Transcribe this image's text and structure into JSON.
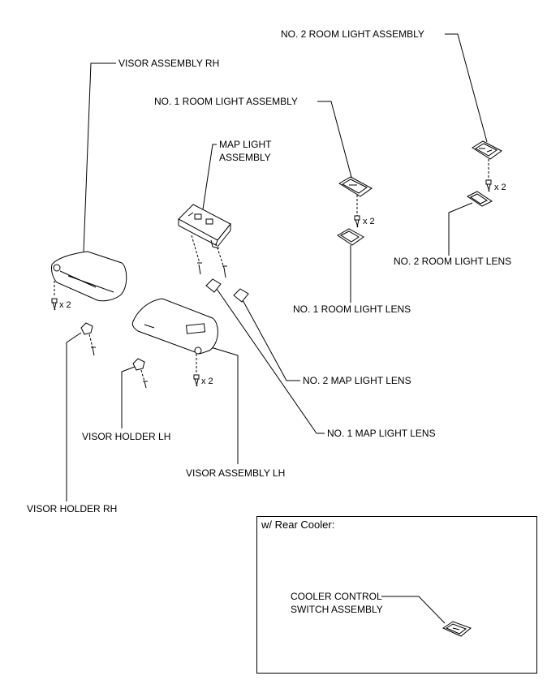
{
  "labels": {
    "no2_room_light_assembly": "NO. 2 ROOM LIGHT ASSEMBLY",
    "visor_assembly_rh": "VISOR ASSEMBLY RH",
    "no1_room_light_assembly": "NO. 1 ROOM LIGHT ASSEMBLY",
    "map_light_assembly_line1": "MAP LIGHT",
    "map_light_assembly_line2": "ASSEMBLY",
    "no2_room_light_lens": "NO. 2 ROOM LIGHT LENS",
    "no1_room_light_lens": "NO. 1 ROOM LIGHT LENS",
    "no2_map_light_lens": "NO. 2 MAP LIGHT  LENS",
    "no1_map_light_lens": "NO. 1 MAP LIGHT LENS",
    "visor_holder_lh": "VISOR HOLDER LH",
    "visor_assembly_lh": "VISOR ASSEMBLY LH",
    "visor_holder_rh": "VISOR HOLDER RH",
    "cooler_control_line1": "COOLER CONTROL",
    "cooler_control_line2": "SWITCH ASSEMBLY"
  },
  "quantities": {
    "no2_room_screws": "x 2",
    "no1_room_screws": "x 2",
    "visor_rh_screws": "x 2",
    "visor_lh_screws": "x 2"
  },
  "inset": {
    "title": "w/ Rear Cooler:"
  }
}
